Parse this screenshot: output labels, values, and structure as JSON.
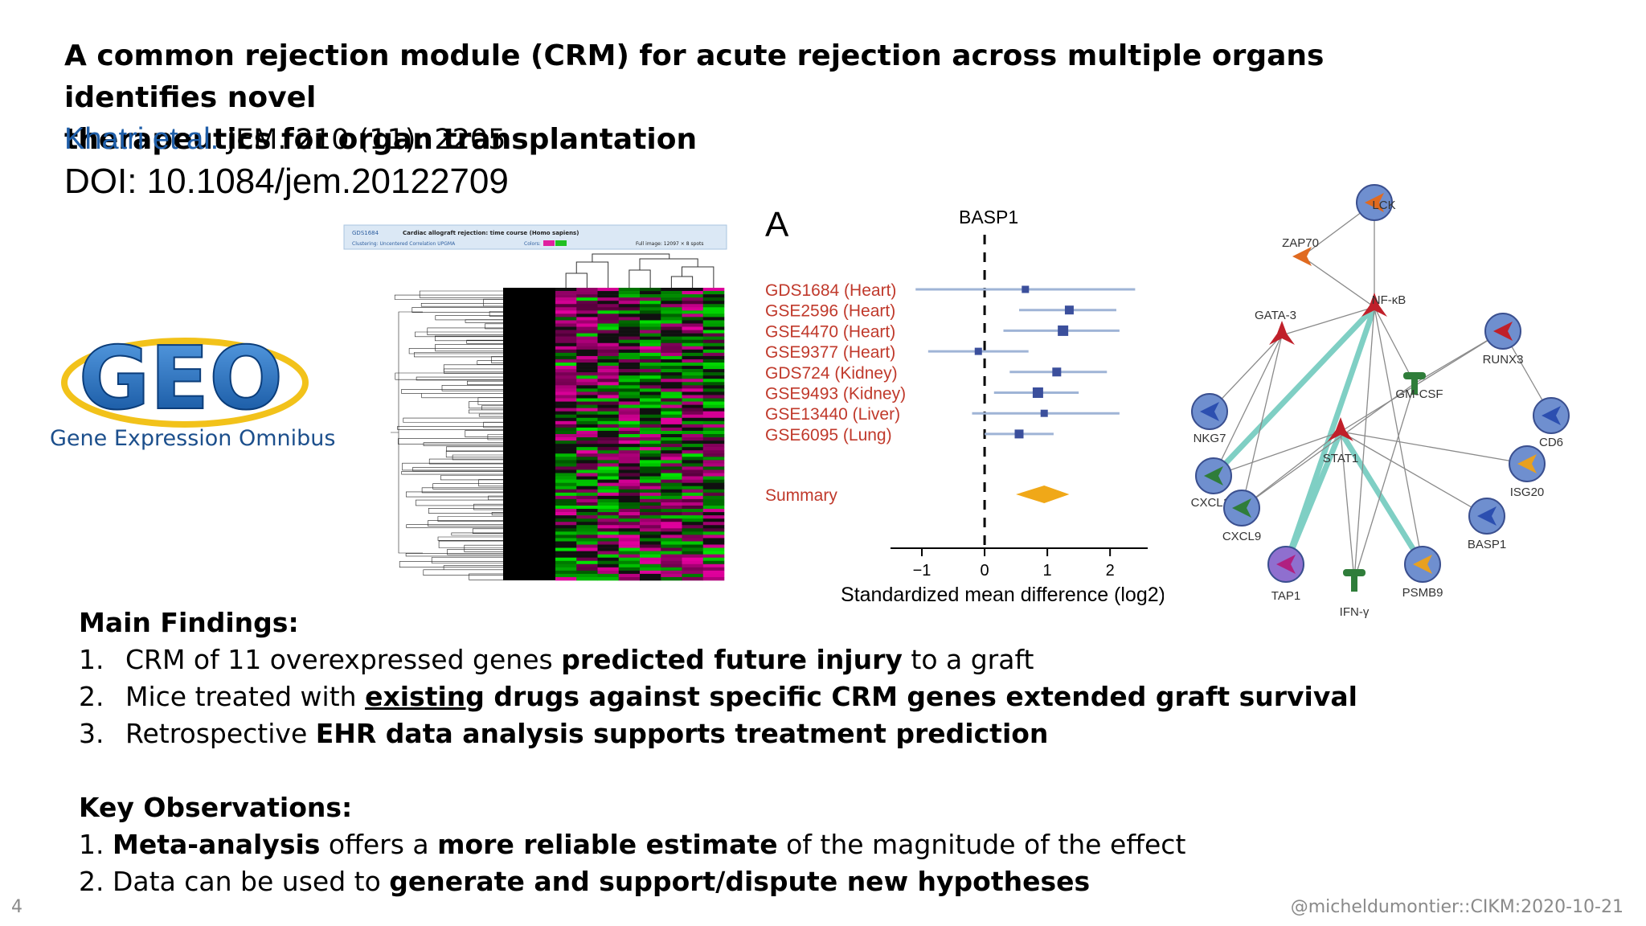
{
  "title_line1": "A common rejection module (CRM) for acute rejection across multiple organs identifies novel",
  "title_line2": "therapeutics for organ transplantation",
  "citation": {
    "authors": "Khatri et al.",
    "journal": "JEM. 210 (11): 2205"
  },
  "doi": "DOI: 10.1084/jem.20122709",
  "geo_logo": {
    "wordmark": "GEO",
    "subtitle": "Gene Expression Omnibus"
  },
  "heatmap": {
    "header_id": "GDS1684",
    "header_title": "Cardiac allograft rejection: time course (Homo sapiens)",
    "clustering": "Clustering: Uncentered Correlation UPGMA",
    "colors_label": "Colors:",
    "full_image": "Full image: 12097 × 8 spots"
  },
  "chart_data": {
    "type": "forest",
    "panel_label": "A",
    "title": "BASP1",
    "xlabel": "Standardized mean difference (log2)",
    "xticks": [
      "−1",
      "0",
      "1",
      "2"
    ],
    "xlim": [
      -1.5,
      2.6
    ],
    "studies": [
      {
        "label": "GDS1684 (Heart)",
        "estimate": 0.65,
        "ci": [
          -1.1,
          2.4
        ]
      },
      {
        "label": "GSE2596 (Heart)",
        "estimate": 1.35,
        "ci": [
          0.55,
          2.1
        ]
      },
      {
        "label": "GSE4470 (Heart)",
        "estimate": 1.25,
        "ci": [
          0.3,
          2.15
        ]
      },
      {
        "label": "GSE9377 (Heart)",
        "estimate": -0.1,
        "ci": [
          -0.9,
          0.7
        ]
      },
      {
        "label": "GDS724 (Kidney)",
        "estimate": 1.15,
        "ci": [
          0.4,
          1.95
        ]
      },
      {
        "label": "GSE9493 (Kidney)",
        "estimate": 0.85,
        "ci": [
          0.15,
          1.5
        ]
      },
      {
        "label": "GSE13440 (Liver)",
        "estimate": 0.95,
        "ci": [
          -0.2,
          2.15
        ]
      },
      {
        "label": "GSE6095 (Lung)",
        "estimate": 0.55,
        "ci": [
          0.0,
          1.1
        ]
      }
    ],
    "summary": {
      "label": "Summary",
      "estimate": 0.95,
      "ci": [
        0.5,
        1.35
      ]
    },
    "colors": {
      "study_label": "#c0392b",
      "marker": "#3b4f9c",
      "ci_line": "#9fb4d6",
      "summary": "#f0a818"
    }
  },
  "network": {
    "nodes": [
      "LCK",
      "ZAP70",
      "NF-κB",
      "GATA-3",
      "RUNX3",
      "GM-CSF",
      "NKG7",
      "STAT1",
      "CD6",
      "CXCL10",
      "ISG20",
      "CXCL9",
      "BASP1",
      "TAP1",
      "PSMB9",
      "IFN-γ"
    ]
  },
  "main_findings": {
    "heading": "Main Findings:",
    "items": [
      {
        "num": "1.",
        "pre": "CRM of 11 overexpressed genes ",
        "bold": "predicted future injury",
        "post": " to a graft"
      },
      {
        "num": "2.",
        "pre": "Mice treated with ",
        "underline": "existing",
        "bold": " drugs against specific CRM genes extended graft survival"
      },
      {
        "num": "3.",
        "pre": "Retrospective ",
        "bold": "EHR data analysis supports treatment prediction"
      }
    ]
  },
  "key_observations": {
    "heading": "Key Observations:",
    "items": [
      {
        "num": "1.",
        "bold1": "Meta-analysis",
        "mid": " offers a ",
        "bold2": "more reliable estimate",
        "post": " of the magnitude of the effect"
      },
      {
        "num": "2.",
        "pre": "Data can be used to ",
        "bold": "generate and support/dispute new hypotheses"
      }
    ]
  },
  "page_number": "4",
  "footer": "@micheldumontier::CIKM:2020-10-21"
}
